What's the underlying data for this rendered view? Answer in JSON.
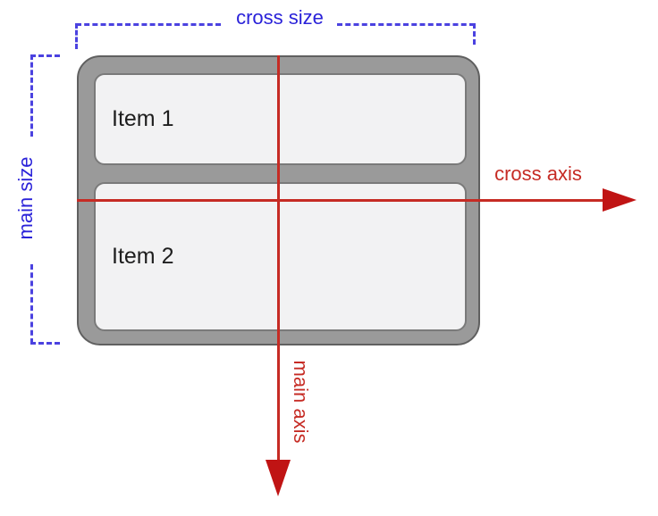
{
  "diagram": {
    "title_hint": "flexbox main/cross axis diagram",
    "container": {
      "items": [
        {
          "label": "Item 1"
        },
        {
          "label": "Item 2"
        }
      ]
    },
    "labels": {
      "cross_size": "cross size",
      "main_size": "main size",
      "cross_axis": "cross axis",
      "main_axis": "main axis"
    },
    "colors": {
      "blue": "#2a22d9",
      "blue_dash": "#4b42e0",
      "red": "#c62b24",
      "red_dark": "#c01414",
      "container_fill": "#9a9a9a",
      "container_outline": "#606060",
      "item_fill": "#f2f2f3",
      "item_border": "#7a7a7a",
      "item_text": "#1e1e1e"
    }
  }
}
